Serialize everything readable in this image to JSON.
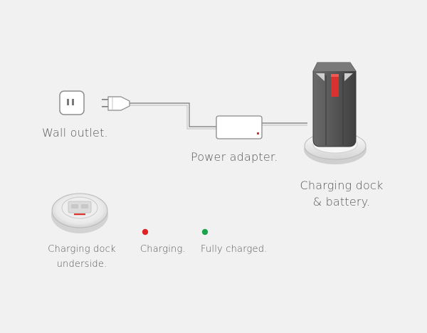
{
  "labels": {
    "wall_outlet": "Wall outlet.",
    "power_adapter": "Power adapter.",
    "dock_battery_line1": "Charging dock",
    "dock_battery_line2": "& battery.",
    "dock_underside_line1": "Charging dock",
    "dock_underside_line2": "underside.",
    "charging": "Charging.",
    "fully_charged": "Fully charged."
  },
  "legend": {
    "charging_color": "#e02424",
    "charged_color": "#1aa34a"
  },
  "colors": {
    "background": "#f1f1f1",
    "battery_body": "#5a5a5a",
    "battery_accent": "#d9312d",
    "cable": "#8a8a8a"
  }
}
